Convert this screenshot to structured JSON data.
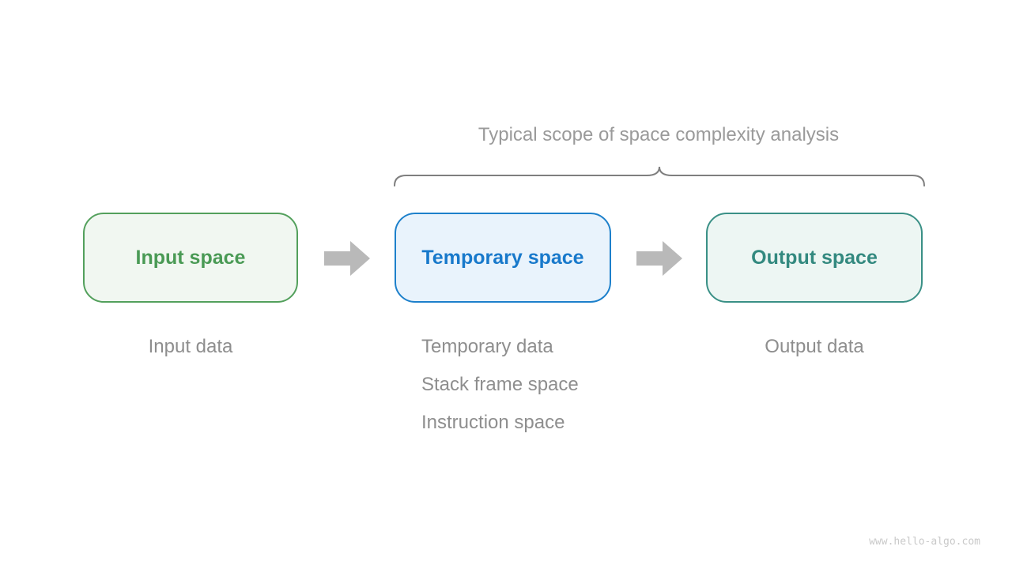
{
  "title": "Typical scope of space complexity analysis",
  "boxes": [
    {
      "id": "input-space",
      "label": "Input space",
      "notes": [
        "Input data"
      ]
    },
    {
      "id": "temporary-space",
      "label": "Temporary space",
      "notes": [
        "Temporary data",
        "Stack frame space",
        "Instruction space"
      ]
    },
    {
      "id": "output-space",
      "label": "Output space",
      "notes": [
        "Output data"
      ]
    }
  ],
  "watermark": "www.hello-algo.com",
  "colors": {
    "input_border": "#53a05c",
    "input_fill": "#f1f7f1",
    "input_text": "#4a9a55",
    "temp_border": "#1d80cb",
    "temp_fill": "#e9f3fc",
    "temp_text": "#1879cb",
    "output_border": "#3a9086",
    "output_fill": "#edf6f3",
    "output_text": "#33897f",
    "arrow": "#b9b9b9",
    "note_text": "#8e8e8e",
    "title_text": "#9a9a9a",
    "brace": "#7f7f7f",
    "watermark_text": "#c9c9c9"
  }
}
